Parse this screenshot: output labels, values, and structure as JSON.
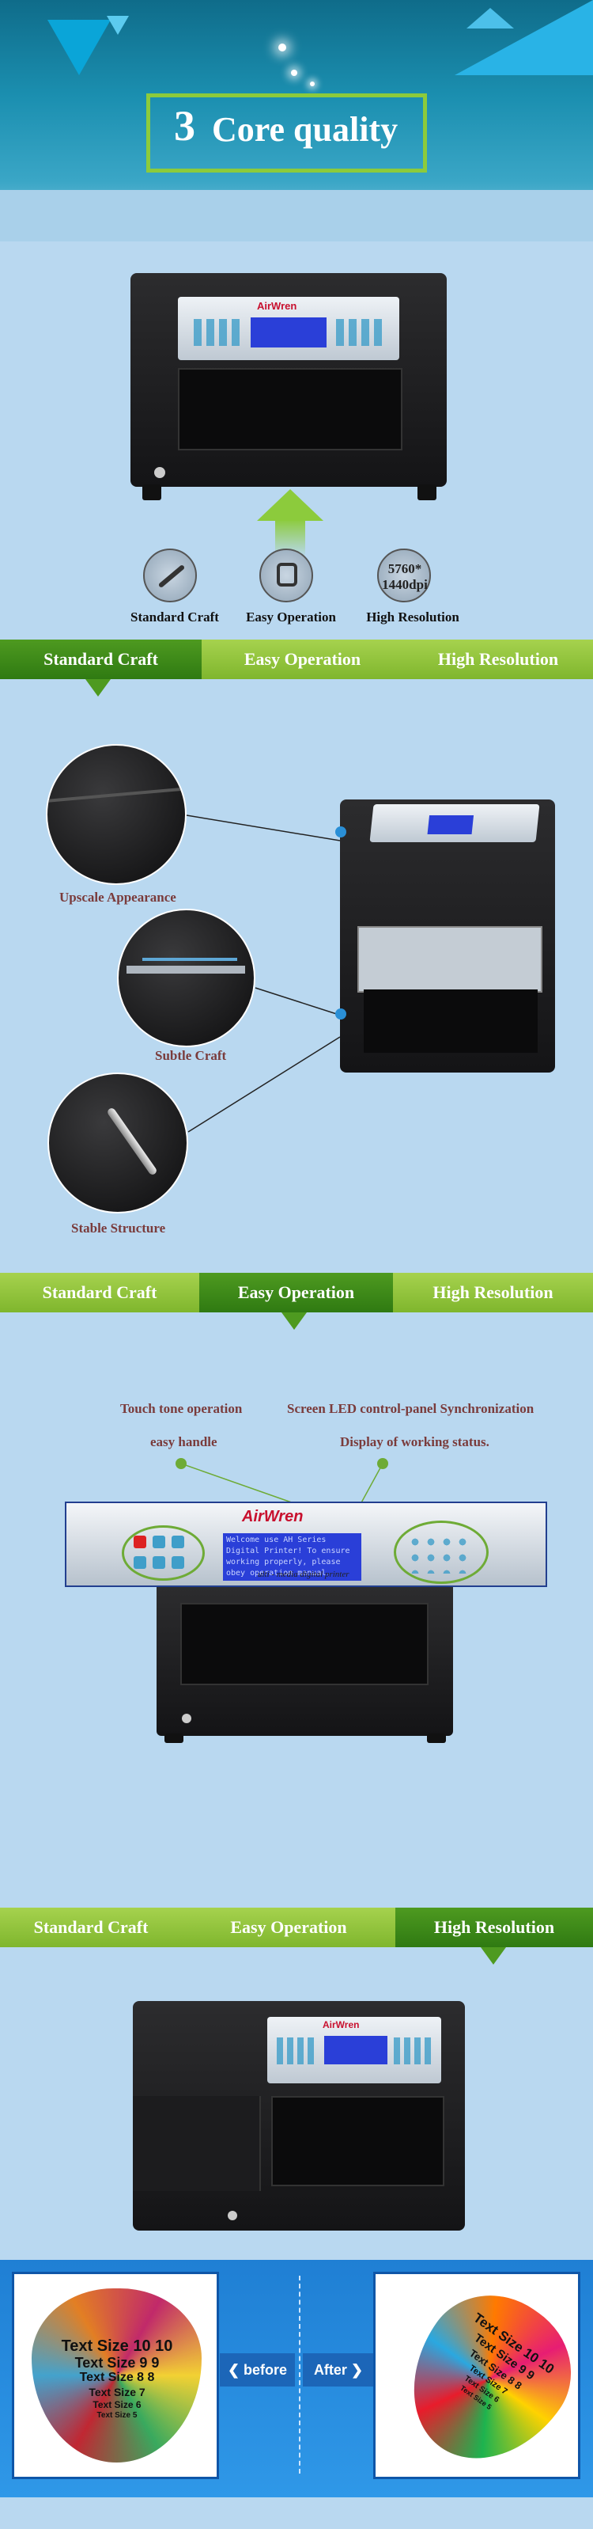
{
  "hero": {
    "number": "3",
    "title": "Core quality"
  },
  "printer": {
    "brand": "AirWren",
    "subtitle": "ulti - media digital printer"
  },
  "features": [
    {
      "label": "Standard Craft",
      "icon": "quill-icon"
    },
    {
      "label": "Easy Operation",
      "icon": "hand-touch-icon"
    },
    {
      "label": "High Resolution",
      "icon": "resolution-icon",
      "icon_text_top": "5760*",
      "icon_text_bottom": "1440dpi"
    }
  ],
  "tabs": [
    "Standard Craft",
    "Easy Operation",
    "High Resolution"
  ],
  "details": {
    "upscale": "Upscale Appearance",
    "subtle": "Subtle Craft",
    "stable": "Stable Structure"
  },
  "operation": {
    "left_line1": "Touch tone operation",
    "left_line2": "easy handle",
    "right_line1": "Screen LED control-panel Synchronization",
    "right_line2": "Display of working status.",
    "lcd_lines": [
      "Welcome use AH Series",
      "Digital Printer! To ensure",
      "working properly, please",
      "obey operation manual."
    ]
  },
  "compare": {
    "before": "before",
    "after": "After",
    "sample_lines": [
      "Text Size 10  10",
      "Text Size 9  9",
      "Text Size 8  8",
      "Text Size 7",
      "Text Size 6",
      "Text Size 5"
    ]
  },
  "colors": {
    "green": "#7fb62d",
    "dark_green": "#2f7a12",
    "brand_red": "#c8102e",
    "lcd_blue": "#2a3fd8"
  }
}
